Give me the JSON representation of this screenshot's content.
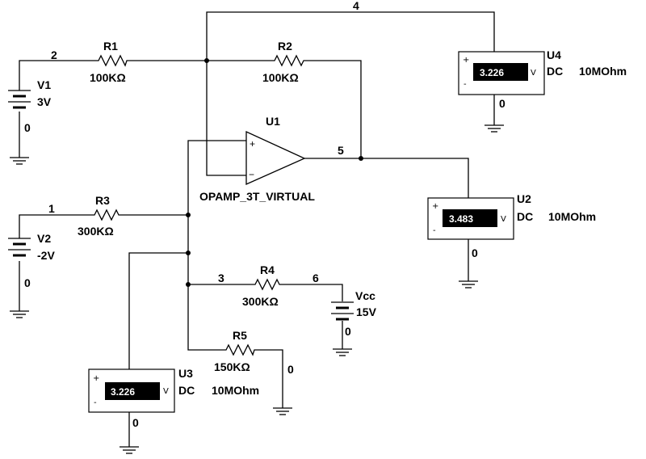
{
  "nets": {
    "n1": "1",
    "n2": "2",
    "n3": "3",
    "n4": "4",
    "n5": "5",
    "n6": "6"
  },
  "ground": "0",
  "sources": {
    "v1": {
      "name": "V1",
      "value": "3V"
    },
    "v2": {
      "name": "V2",
      "value": "-2V"
    },
    "vcc": {
      "name": "Vcc",
      "value": "15V"
    }
  },
  "resistors": {
    "r1": {
      "name": "R1",
      "value": "100KΩ"
    },
    "r2": {
      "name": "R2",
      "value": "100KΩ"
    },
    "r3": {
      "name": "R3",
      "value": "300KΩ"
    },
    "r4": {
      "name": "R4",
      "value": "300KΩ"
    },
    "r5": {
      "name": "R5",
      "value": "150KΩ"
    }
  },
  "opamp": {
    "name": "U1",
    "model": "OPAMP_3T_VIRTUAL",
    "plus": "+",
    "minus": "−"
  },
  "meters": {
    "u2": {
      "name": "U2",
      "reading": "3.483",
      "unit": "V",
      "mode": "DC",
      "impedance": "10MOhm",
      "plus": "+",
      "minus": "-"
    },
    "u3": {
      "name": "U3",
      "reading": "3.226",
      "unit": "V",
      "mode": "DC",
      "impedance": "10MOhm",
      "plus": "+",
      "minus": "-"
    },
    "u4": {
      "name": "U4",
      "reading": "3.226",
      "unit": "V",
      "mode": "DC",
      "impedance": "10MOhm",
      "plus": "+",
      "minus": "-"
    }
  }
}
